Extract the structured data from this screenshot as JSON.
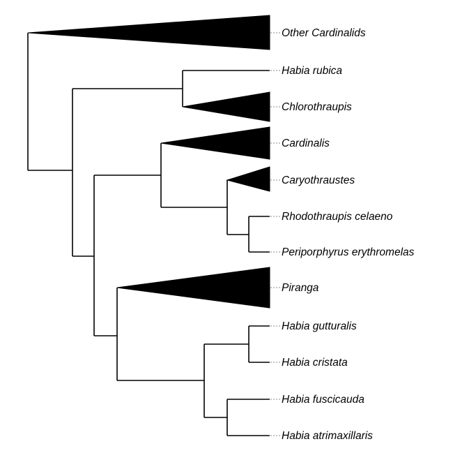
{
  "taxa": {
    "other_cardinalids": "Other Cardinalids",
    "habia_rubica": "Habia rubica",
    "chlorothraupis": "Chlorothraupis",
    "cardinalis": "Cardinalis",
    "caryothraustes": "Caryothraustes",
    "rhodothraupis_celaeno": "Rhodothraupis celaeno",
    "periporphyrus_erythromelas": "Periporphyrus erythromelas",
    "piranga": "Piranga",
    "habia_gutturalis": "Habia gutturalis",
    "habia_cristata": "Habia cristata",
    "habia_fuscicauda": "Habia fuscicauda",
    "habia_atrimaxillaris": "Habia atrimaxillaris"
  }
}
